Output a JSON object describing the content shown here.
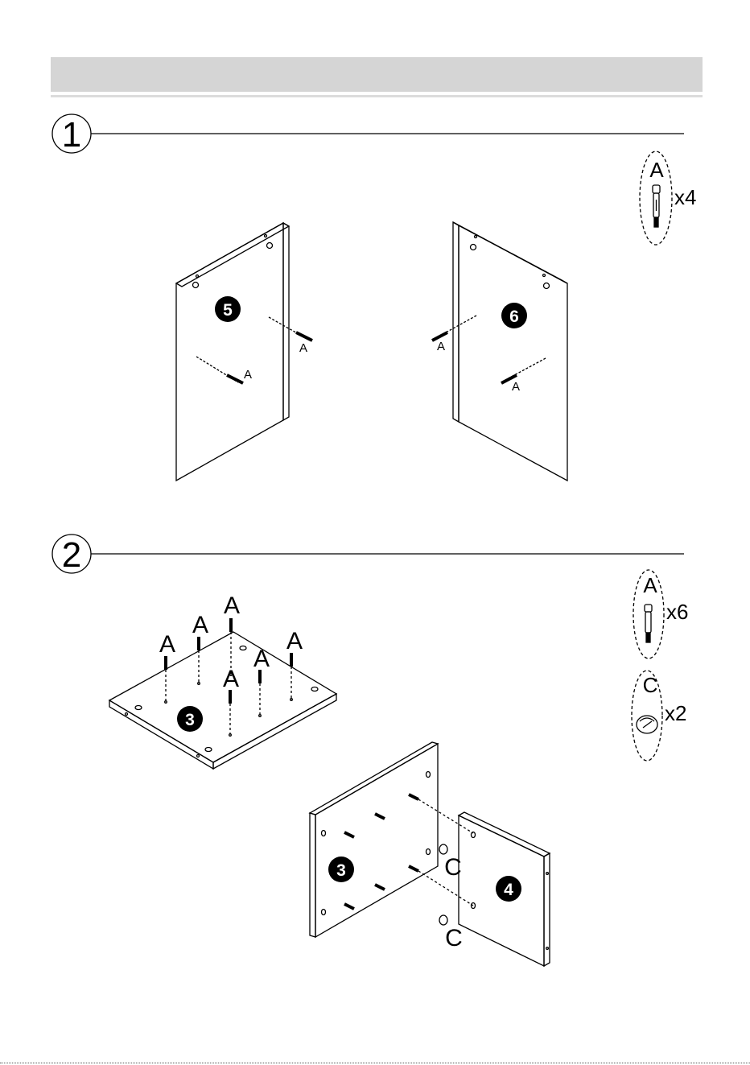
{
  "steps": [
    {
      "number": "1",
      "parts_list": [
        {
          "letter": "A",
          "quantity": "x4"
        }
      ],
      "panels": [
        "5",
        "6"
      ],
      "callout_labels": [
        "A",
        "A",
        "A",
        "A"
      ]
    },
    {
      "number": "2",
      "parts_list": [
        {
          "letter": "A",
          "quantity": "x6"
        },
        {
          "letter": "C",
          "quantity": "x2"
        }
      ],
      "panels": [
        "3",
        "3",
        "4"
      ],
      "callout_labels_top": [
        "A",
        "A",
        "A",
        "A",
        "A",
        "A"
      ],
      "callout_labels_cam": [
        "C",
        "C"
      ]
    }
  ]
}
